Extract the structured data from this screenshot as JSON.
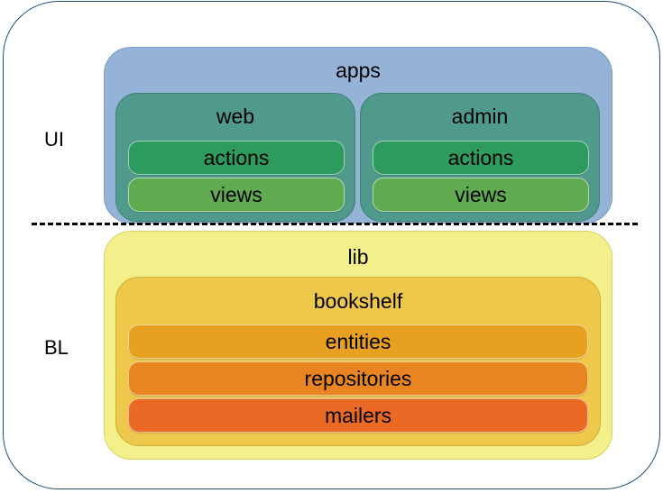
{
  "layers": {
    "ui": "UI",
    "bl": "BL"
  },
  "apps": {
    "title": "apps",
    "web": {
      "title": "web",
      "items": [
        "actions",
        "views"
      ]
    },
    "admin": {
      "title": "admin",
      "items": [
        "actions",
        "views"
      ]
    }
  },
  "lib": {
    "title": "lib",
    "bookshelf": {
      "title": "bookshelf",
      "items": [
        "entities",
        "repositories",
        "mailers"
      ]
    }
  },
  "colors": {
    "apps": "#95b3d7",
    "app_module": "#4f9a8c",
    "actions": "#2e9b5e",
    "views": "#60aa50",
    "lib": "#f3ef8a",
    "bookshelf": "#edc84a",
    "entities": "#e8a020",
    "repositories": "#e88520",
    "mailers": "#ea6a25"
  }
}
